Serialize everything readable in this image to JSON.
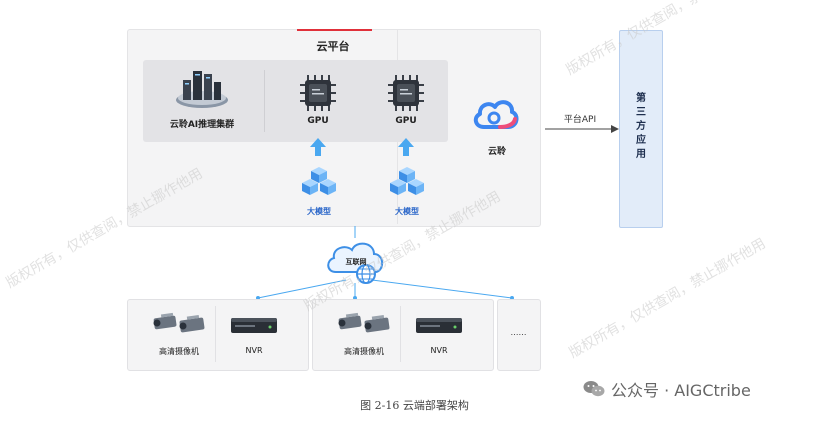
{
  "cloud_platform": {
    "title": "云平台"
  },
  "cluster": {
    "label": "云聆AI推理集群"
  },
  "gpus": [
    {
      "label": "GPU"
    },
    {
      "label": "GPU"
    }
  ],
  "models": [
    {
      "label": "大模型"
    },
    {
      "label": "大模型"
    }
  ],
  "yunling": {
    "label": "云聆"
  },
  "api": {
    "label": "平台API"
  },
  "third_party": {
    "label": "第三方应用"
  },
  "internet": {
    "label": "互联网"
  },
  "sites": [
    {
      "camera_label": "高清摄像机",
      "nvr_label": "NVR"
    },
    {
      "camera_label": "高清摄像机",
      "nvr_label": "NVR"
    }
  ],
  "more": {
    "label": "……"
  },
  "caption": "图 2-16  云端部署架构",
  "brand": {
    "text": "公众号 · AIGCtribe"
  },
  "watermarks": [
    "版权所有，仅供查阅，禁止挪作他用"
  ],
  "colors": {
    "accent_red": "#e0303a",
    "arrow_blue": "#4aa8f0",
    "label_blue": "#2a66c9",
    "third_party_bg": "#e2ecf9"
  }
}
